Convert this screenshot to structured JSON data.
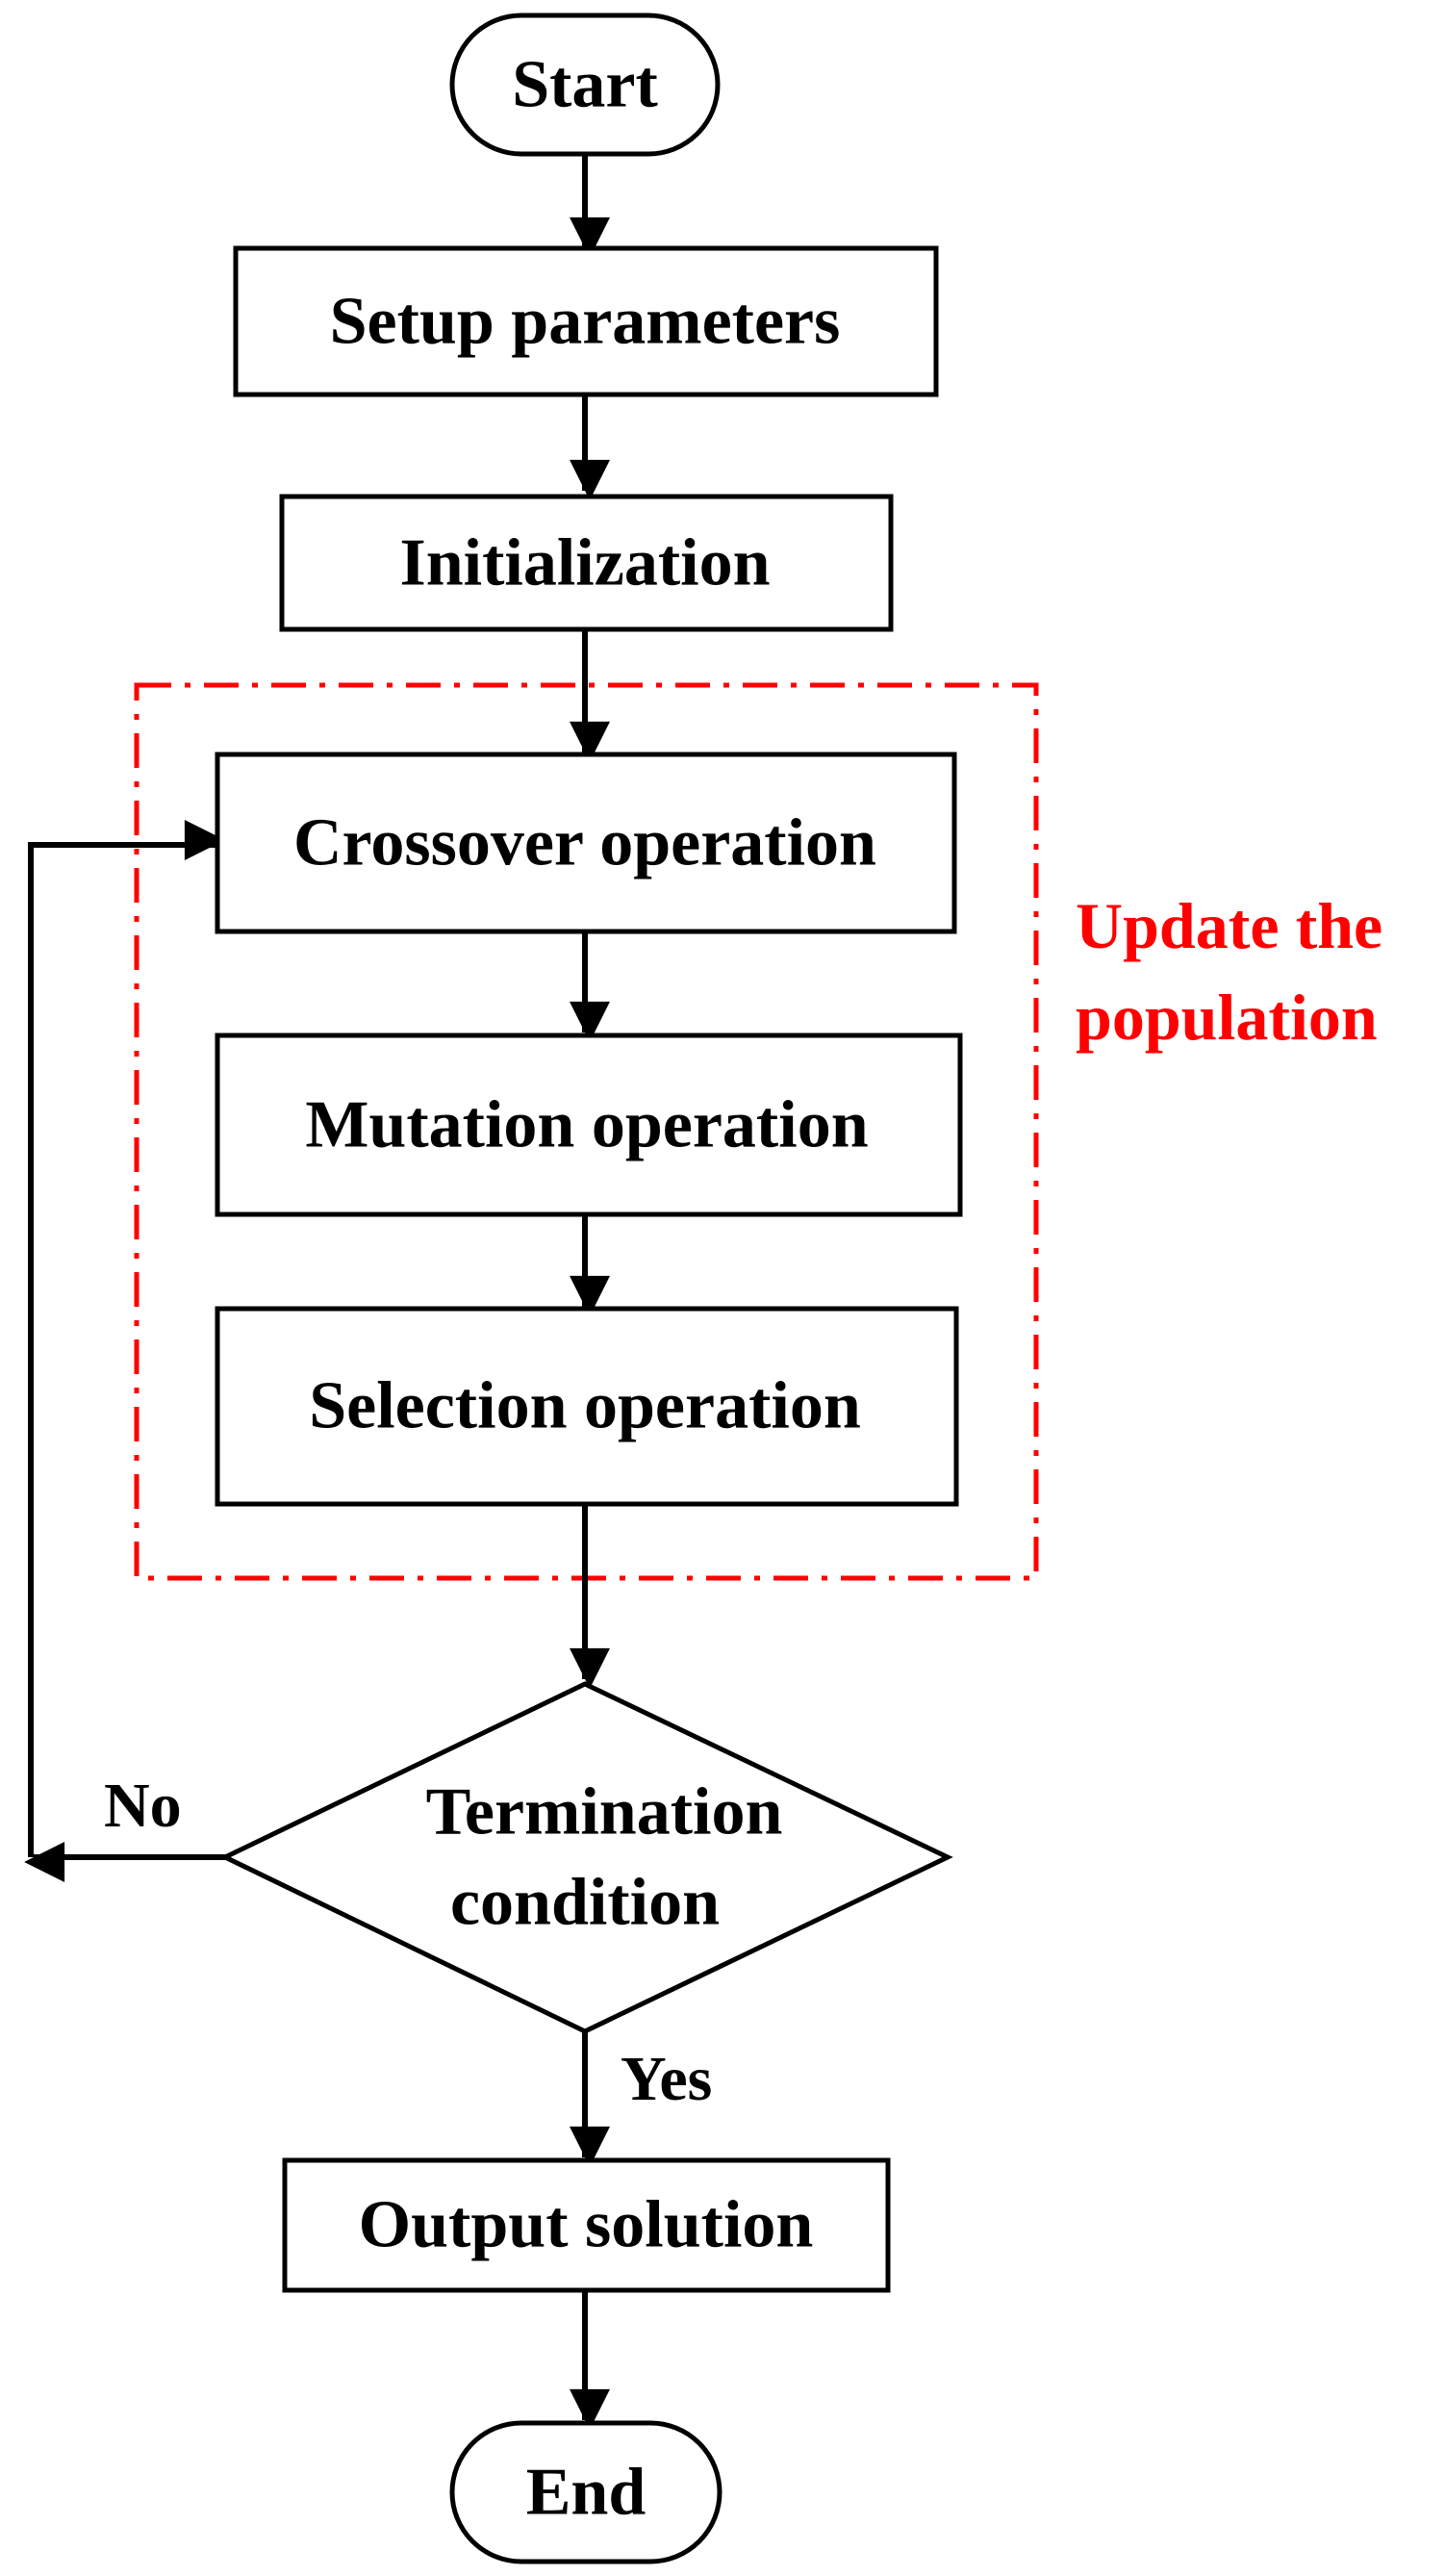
{
  "colors": {
    "line": "#000000",
    "group_accent": "#ff0000",
    "background": "#ffffff"
  },
  "nodes": {
    "start": "Start",
    "setup": "Setup parameters",
    "init": "Initialization",
    "crossover": "Crossover operation",
    "mutation": "Mutation operation",
    "selection": "Selection operation",
    "termination": {
      "line1": "Termination",
      "line2": "condition"
    },
    "output": "Output solution",
    "end": "End"
  },
  "group": {
    "line1": "Update the",
    "line2": "population"
  },
  "edge_labels": {
    "no": "No",
    "yes": "Yes"
  }
}
